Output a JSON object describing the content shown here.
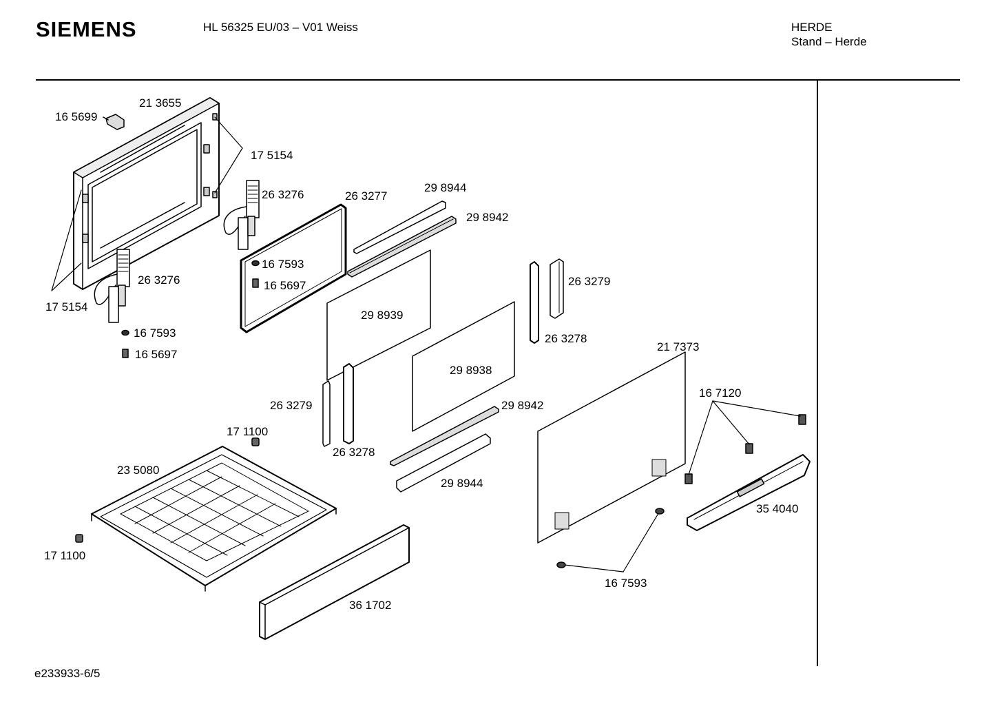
{
  "header": {
    "brand": "SIEMENS",
    "model": "HL 56325 EU/03 – V01 Weiss",
    "category": "HERDE",
    "subcategory": "Stand – Herde"
  },
  "footer": {
    "doc_ref": "e233933-6/5"
  },
  "parts": {
    "p_165699": "16 5699",
    "p_213655": "21 3655",
    "p_175154_top": "17 5154",
    "p_263276_a": "26 3276",
    "p_263277": "26 3277",
    "p_298944_a": "29 8944",
    "p_298942_a": "29 8942",
    "p_167593_a": "16 7593",
    "p_165697_a": "16 5697",
    "p_263276_b": "26 3276",
    "p_263279_a": "26 3279",
    "p_175154_bot": "17 5154",
    "p_298939": "29 8939",
    "p_167593_b": "16 7593",
    "p_263278_a": "26 3278",
    "p_165697_b": "16 5697",
    "p_217373": "21 7373",
    "p_298938": "29 8938",
    "p_167120": "16 7120",
    "p_263279_b": "26 3279",
    "p_298942_b": "29 8942",
    "p_171100_a": "17 1100",
    "p_263278_b": "26 3278",
    "p_235080": "23 5080",
    "p_298944_b": "29 8944",
    "p_354040": "35 4040",
    "p_171100_b": "17 1100",
    "p_167593_c": "16 7593",
    "p_361702": "36 1702"
  }
}
